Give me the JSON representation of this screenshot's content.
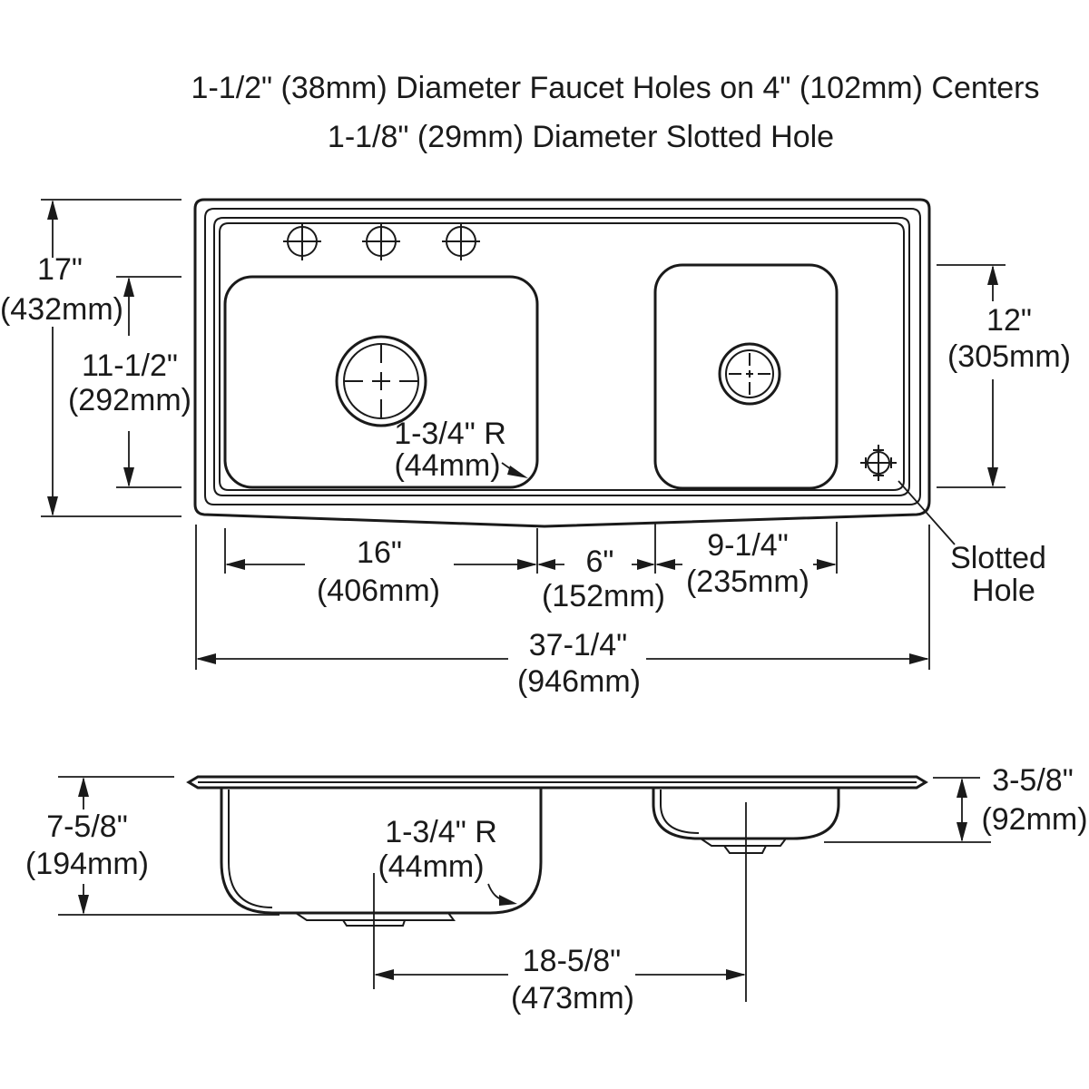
{
  "header": {
    "line1": "1-1/2\" (38mm) Diameter Faucet Holes on 4\" (102mm) Centers",
    "line2": "1-1/8\" (29mm) Diameter Slotted Hole"
  },
  "top_view": {
    "overall_depth": {
      "imperial": "17\"",
      "metric": "(432mm)"
    },
    "left_bowl_front_to_back": {
      "imperial": "11-1/2\"",
      "metric": "(292mm)"
    },
    "right_bowl_front_to_back": {
      "imperial": "12\"",
      "metric": "(305mm)"
    },
    "corner_radius": {
      "imperial": "1-3/4\" R",
      "metric": "(44mm)"
    },
    "left_bowl_width": {
      "imperial": "16\"",
      "metric": "(406mm)"
    },
    "bowl_gap": {
      "imperial": "6\"",
      "metric": "(152mm)"
    },
    "right_bowl_width": {
      "imperial": "9-1/4\"",
      "metric": "(235mm)"
    },
    "overall_width": {
      "imperial": "37-1/4\"",
      "metric": "(946mm)"
    },
    "slotted_hole_label": {
      "line1": "Slotted",
      "line2": "Hole"
    },
    "faucet_hole_count": 3
  },
  "front_view": {
    "left_bowl_depth": {
      "imperial": "7-5/8\"",
      "metric": "(194mm)"
    },
    "right_bowl_depth": {
      "imperial": "3-5/8\"",
      "metric": "(92mm)"
    },
    "corner_radius": {
      "imperial": "1-3/4\" R",
      "metric": "(44mm)"
    },
    "drain_center_distance": {
      "imperial": "18-5/8\"",
      "metric": "(473mm)"
    }
  }
}
